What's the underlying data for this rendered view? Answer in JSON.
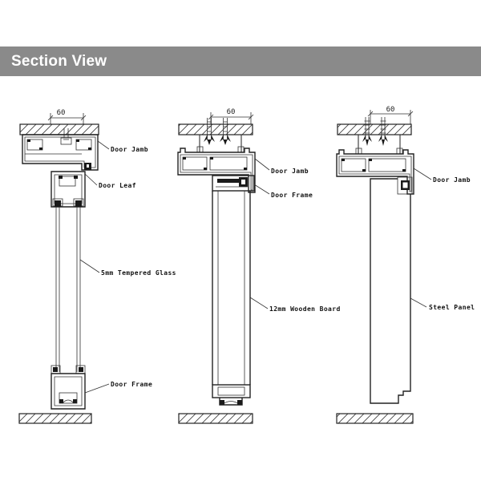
{
  "header": {
    "title": "Section View"
  },
  "drawings": [
    {
      "id": "glass-door-section",
      "dimension": "60",
      "labels": {
        "jamb": "Door Jamb",
        "leaf": "Door Leaf",
        "glass": "5mm Tempered Glass",
        "frame": "Door Frame"
      }
    },
    {
      "id": "wooden-door-section",
      "dimension": "60",
      "labels": {
        "jamb": "Door Jamb",
        "frame": "Door Frame",
        "board": "12mm Wooden Board"
      }
    },
    {
      "id": "steel-door-section",
      "dimension": "60",
      "labels": {
        "jamb": "Door Jamb",
        "panel": "Steel Panel"
      }
    }
  ],
  "colors": {
    "banner": "#8a8a8a",
    "title_text": "#ffffff",
    "line": "#222222",
    "background": "#ffffff"
  }
}
